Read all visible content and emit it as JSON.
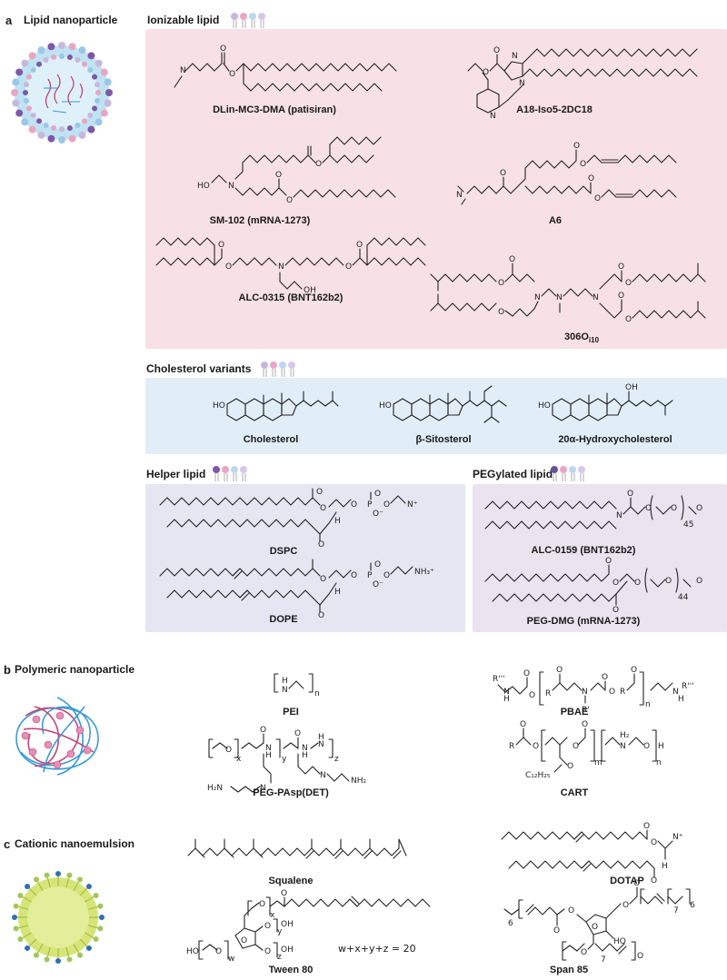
{
  "panel_a": {
    "letter": "a",
    "title": "Lipid nanoparticle",
    "ionizable": {
      "title": "Ionizable lipid",
      "labels": [
        "DLin-MC3-DMA (patisiran)",
        "A18-Iso5-2DC18",
        "SM-102 (mRNA-1273)",
        "A6",
        "ALC-0315 (BNT162b2)"
      ],
      "label_306_main": "306O",
      "label_306_sub": "i10"
    },
    "cholesterol": {
      "title": "Cholesterol variants",
      "labels": [
        "Cholesterol",
        "β-Sitosterol",
        "20α-Hydroxycholesterol"
      ]
    },
    "helper": {
      "title": "Helper lipid",
      "labels": [
        "DSPC",
        "DOPE"
      ]
    },
    "pegylated": {
      "title": "PEGylated lipid",
      "labels": [
        "ALC-0159 (BNT162b2)",
        "PEG-DMG (mRNA-1273)"
      ],
      "sub_45": "45",
      "sub_44": "44"
    }
  },
  "panel_b": {
    "letter": "b",
    "title": "Polymeric nanoparticle",
    "labels": [
      "PEI",
      "PBAE",
      "PEG-PAsp(DET)",
      "CART"
    ]
  },
  "panel_c": {
    "letter": "c",
    "title": "Cationic nanoemulsion",
    "labels": [
      "Squalene",
      "DOTAP",
      "Tween 80",
      "Span 85"
    ],
    "tween_note": "w+x+y+z = 20"
  },
  "colors": {
    "ionizable_bg": "#f7e1e6",
    "cholesterol_bg": "#e1eef8",
    "helper_bg": "#e5e6f2",
    "peg_bg": "#ebe3ee"
  }
}
